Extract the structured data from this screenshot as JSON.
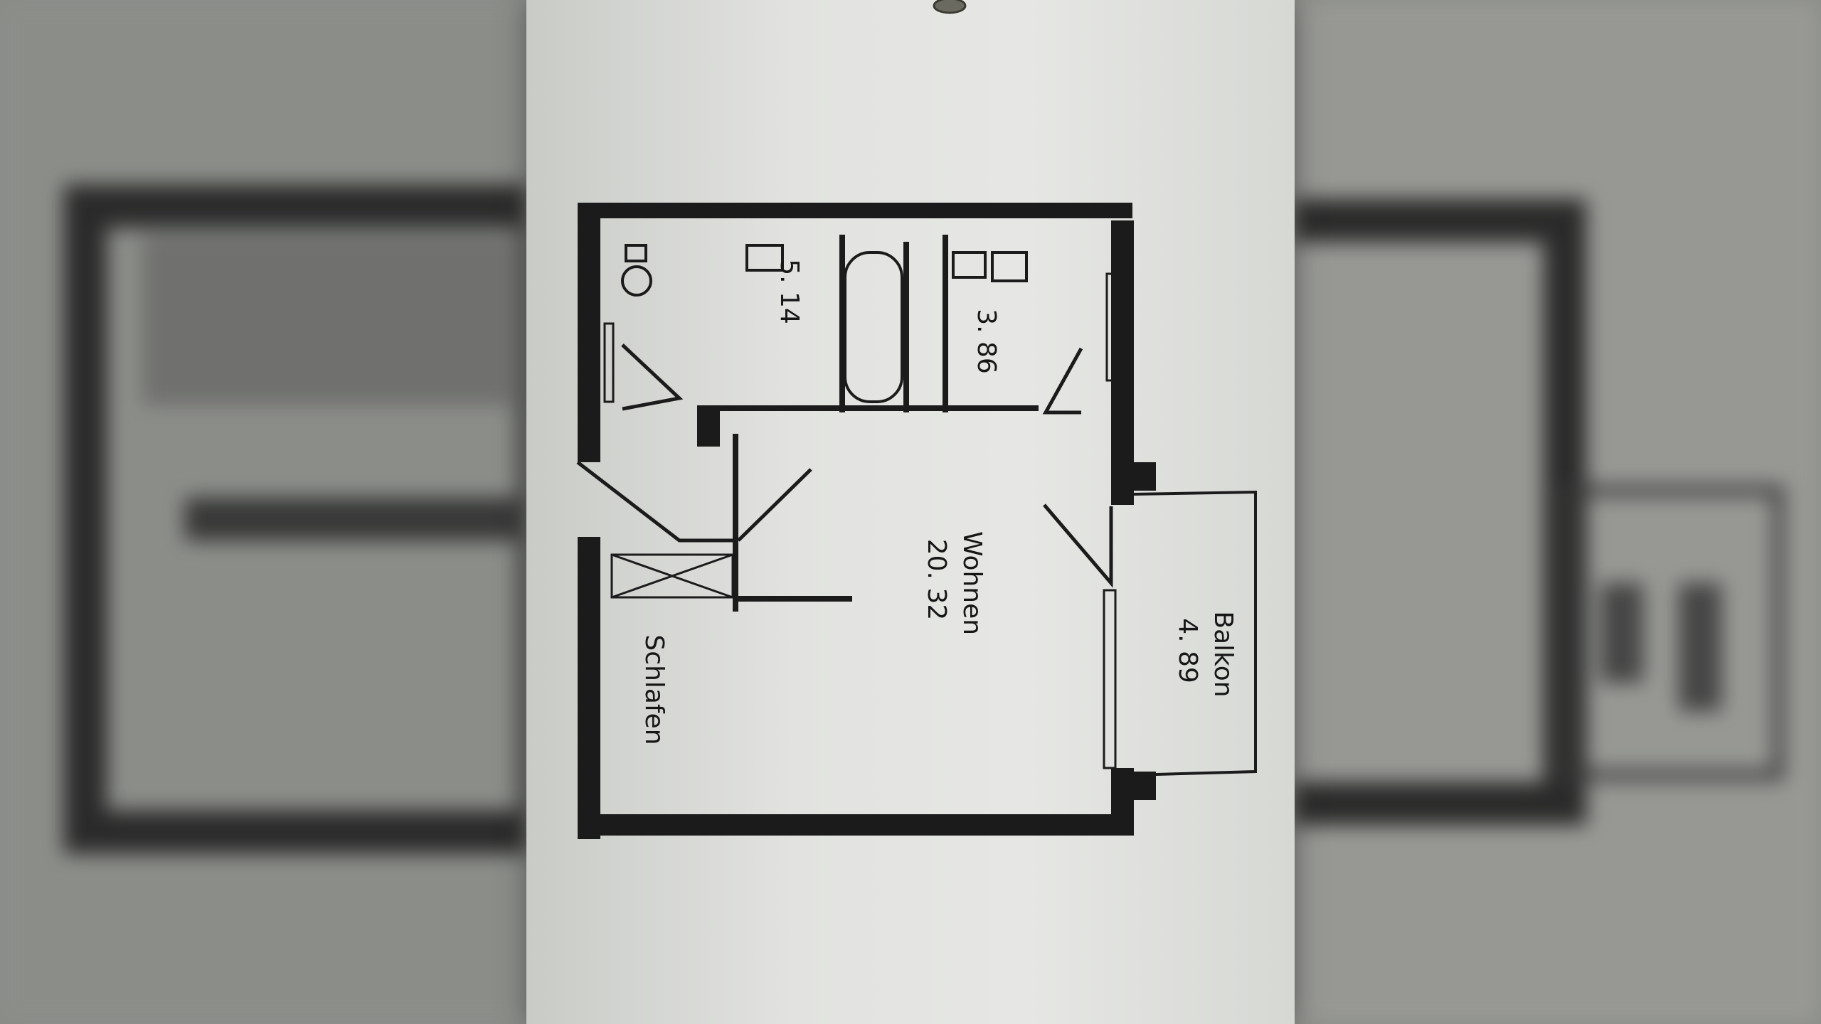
{
  "rooms": {
    "bath": {
      "area": "5. 14"
    },
    "kitchen": {
      "area": "3. 86"
    },
    "living": {
      "name": "Wohnen",
      "area": "20. 32"
    },
    "balcony": {
      "name": "Balkon",
      "area": "4. 89"
    },
    "bedroom": {
      "name": "Schlafen"
    }
  },
  "colors": {
    "wall": "#1b1b1b",
    "paper": "#e4e5e2",
    "backdrop": "#8a8c88"
  }
}
